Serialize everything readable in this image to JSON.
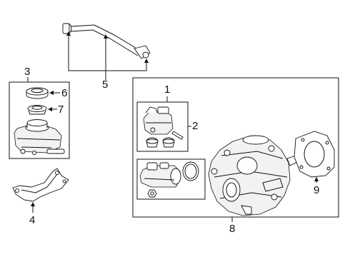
{
  "callouts": {
    "c1": "1",
    "c2": "2",
    "c3": "3",
    "c4": "4",
    "c5": "5",
    "c6": "6",
    "c7": "7",
    "c8": "8",
    "c9": "9"
  },
  "colors": {
    "line": "#111111",
    "background": "#ffffff",
    "shade": "#f2f2f2"
  },
  "parts": [
    "hose-assembly",
    "reservoir-cap",
    "reservoir-seal",
    "fluid-reservoir",
    "mounting-bracket",
    "master-cylinder-kit",
    "seal-kit",
    "power-brake-booster",
    "booster-gasket"
  ]
}
